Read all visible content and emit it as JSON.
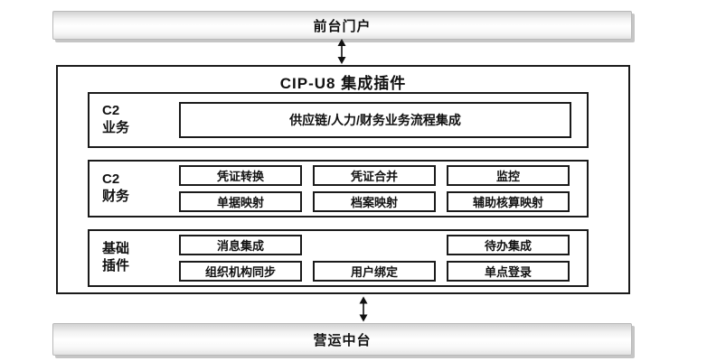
{
  "top_bar": {
    "label": "前台门户"
  },
  "bottom_bar": {
    "label": "营运中台"
  },
  "plugin": {
    "title": "CIP-U8 集成插件",
    "rows": [
      {
        "label1": "C2",
        "label2": "业务",
        "wide_box": "供应链/人力/财务业务流程集成"
      },
      {
        "label1": "C2",
        "label2": "财务",
        "boxes": [
          "凭证转换",
          "凭证合并",
          "监控",
          "单据映射",
          "档案映射",
          "辅助核算映射"
        ]
      },
      {
        "label1": "基础",
        "label2": "插件",
        "boxes": [
          "消息集成",
          "待办集成",
          "组织机构同步",
          "用户绑定",
          "单点登录"
        ]
      }
    ]
  },
  "icons": {
    "arrow_top": "double-headed-vertical-arrow",
    "arrow_bottom": "double-headed-vertical-arrow"
  },
  "colors": {
    "box_border": "#1a1a1a",
    "bar_border": "#b9b9b9",
    "bar_gradient_top": "#d2d2d2",
    "bar_gradient_mid": "#ffffff",
    "bar_gradient_bottom": "#e3e3e3",
    "bar_shadow": "#969696",
    "background": "#ffffff",
    "text": "#111111"
  }
}
